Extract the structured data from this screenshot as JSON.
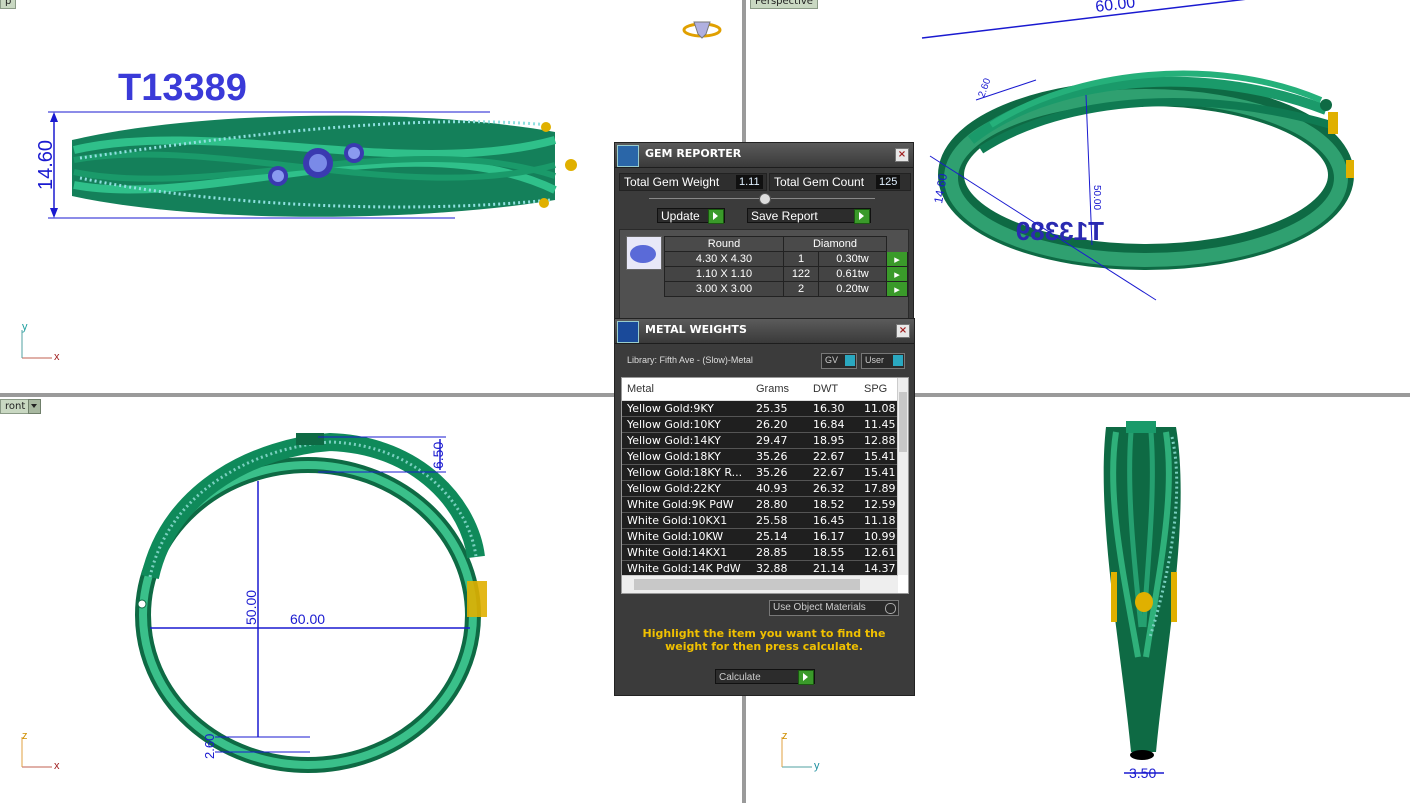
{
  "viewports": {
    "top": {
      "label": "p",
      "design_id": "T13389",
      "dimension": "14.60",
      "axis_v": "y",
      "axis_h": "x"
    },
    "perspective": {
      "label": "Perspective",
      "dim_top": "60.00",
      "dim_side_a": "2.60",
      "dim_side_b": "14.60",
      "dim_center": "50.00",
      "design_id_mirrored": "T13389"
    },
    "front": {
      "label": "ront",
      "dim_height": "6.50",
      "dim_vertical": "50.00",
      "dim_horizontal": "60.00",
      "dim_bottom": "2.60",
      "axis_v": "z",
      "axis_h": "x"
    },
    "right": {
      "dim_bottom": "3.50",
      "axis_v": "z",
      "axis_h": "y"
    }
  },
  "gem_reporter": {
    "title": "GEM REPORTER",
    "total_weight_label": "Total Gem Weight",
    "total_weight_value": "1.11",
    "total_count_label": "Total Gem Count",
    "total_count_value": "125",
    "update_label": "Update",
    "save_report_label": "Save Report",
    "table": {
      "shape_header": "Round",
      "type_header": "Diamond",
      "rows": [
        {
          "size": "4.30 X 4.30",
          "count": "1",
          "weight": "0.30tw"
        },
        {
          "size": "1.10 X 1.10",
          "count": "122",
          "weight": "0.61tw"
        },
        {
          "size": "3.00 X 3.00",
          "count": "2",
          "weight": "0.20tw"
        }
      ]
    }
  },
  "metal_weights": {
    "title": "METAL WEIGHTS",
    "library": "Library: Fifth Ave - (Slow)-Metal",
    "gv_label": "GV",
    "user_label": "User",
    "columns": [
      "Metal",
      "Grams",
      "DWT",
      "SPG"
    ],
    "rows": [
      [
        "Yellow Gold:9KY",
        "25.35",
        "16.30",
        "11.08"
      ],
      [
        "Yellow Gold:10KY",
        "26.20",
        "16.84",
        "11.45"
      ],
      [
        "Yellow Gold:14KY",
        "29.47",
        "18.95",
        "12.88"
      ],
      [
        "Yellow Gold:18KY",
        "35.26",
        "22.67",
        "15.41"
      ],
      [
        "Yellow Gold:18KY R...",
        "35.26",
        "22.67",
        "15.41"
      ],
      [
        "Yellow Gold:22KY",
        "40.93",
        "26.32",
        "17.89"
      ],
      [
        "White Gold:9K PdW",
        "28.80",
        "18.52",
        "12.59"
      ],
      [
        "White Gold:10KX1",
        "25.58",
        "16.45",
        "11.18"
      ],
      [
        "White Gold:10KW",
        "25.14",
        "16.17",
        "10.99"
      ],
      [
        "White Gold:14KX1",
        "28.85",
        "18.55",
        "12.61"
      ],
      [
        "White Gold:14K PdW",
        "32.88",
        "21.14",
        "14.37"
      ]
    ],
    "use_object_materials_label": "Use Object Materials",
    "instruction": "Highlight the item you want to find the weight for then press calculate.",
    "calculate_label": "Calculate"
  },
  "colors": {
    "band": "#1f9a6a",
    "band_dark": "#0f5a3a",
    "dimension": "#1a1ad0",
    "design_id": "#3a3ad8",
    "panel_bg": "#3b3b3b",
    "instruction": "#f0c000",
    "accent_go": "#3a9a2a"
  }
}
